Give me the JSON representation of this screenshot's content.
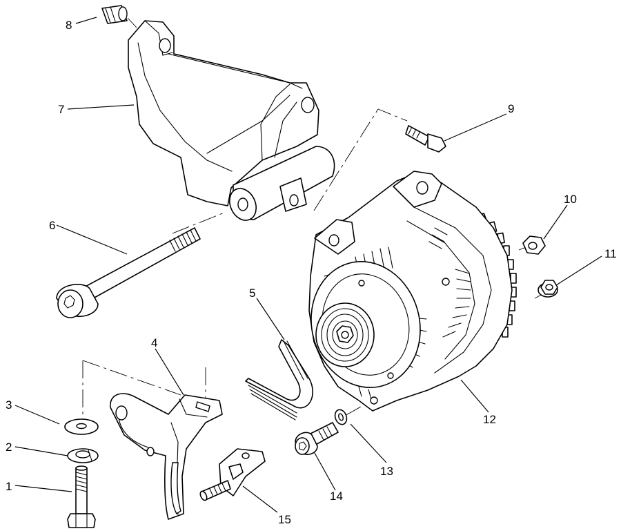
{
  "colors": {
    "line": "#000000",
    "background": "#ffffff"
  },
  "callouts": [
    "1",
    "2",
    "3",
    "4",
    "5",
    "6",
    "7",
    "8",
    "9",
    "10",
    "11",
    "12",
    "13",
    "14",
    "15"
  ]
}
